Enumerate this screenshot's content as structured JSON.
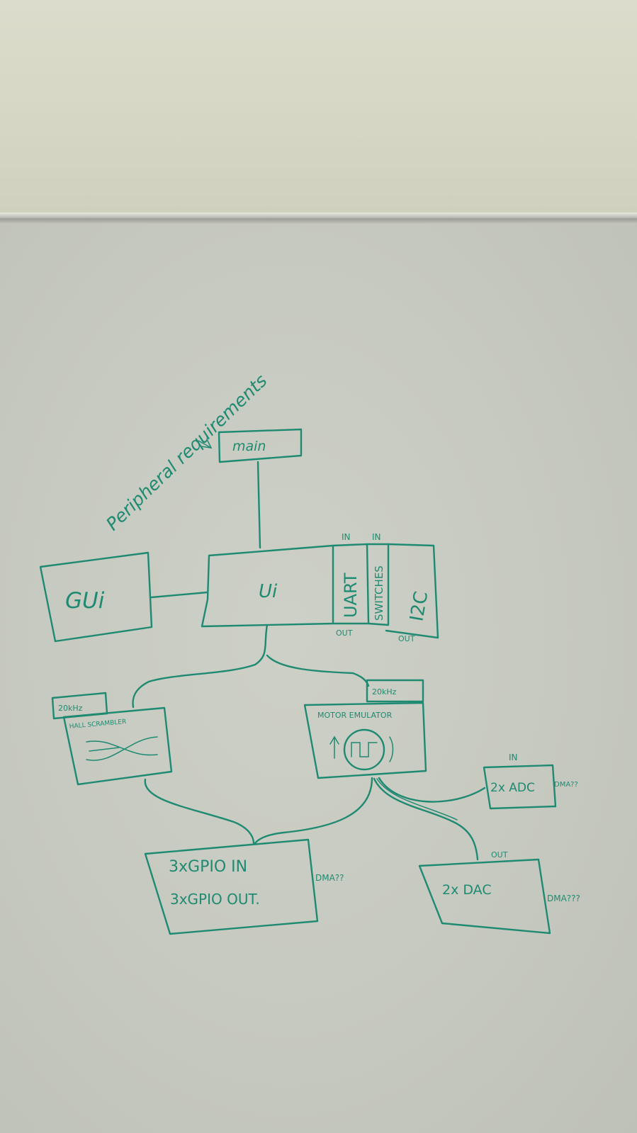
{
  "annotation": "Peripheral requirements",
  "blocks": {
    "main": "main",
    "gui": "GUi",
    "ui": "Ui",
    "uart": "UART",
    "switches": "SWITCHES",
    "i2c": "I2C",
    "freq_left": "20kHz",
    "freq_right": "20kHz",
    "hall_scrambler": "HALL SCRAMBLER",
    "motor_emulator": "MOTOR EMULATOR",
    "adc": "2x ADC",
    "dac": "2x DAC",
    "gpio_in": "3xGPIO IN",
    "gpio_out": "3xGPIO OUT."
  },
  "labels": {
    "in_uart": "IN",
    "in_switches": "IN",
    "out_uart": "OUT",
    "out_i2c": "OUT",
    "in_adc": "IN",
    "out_dac": "OUT",
    "dma_adc": "DMA??",
    "dma_gpio": "DMA??",
    "dma_dac": "DMA???"
  },
  "colors": {
    "ink": "#1f8a72",
    "board": "#c9ccc2",
    "wall": "#d9d9c8"
  }
}
